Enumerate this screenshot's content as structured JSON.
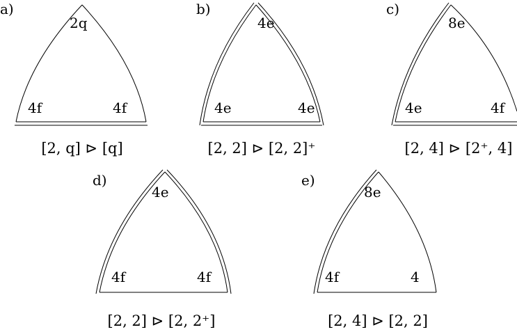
{
  "panels": [
    {
      "label": "a)",
      "top": "2q",
      "bottom_left": "4f",
      "bottom_right": "4f",
      "caption": "[2, q] ⊳ [q]",
      "double_edges": [
        "bottom"
      ]
    },
    {
      "label": "b)",
      "top": "4e",
      "bottom_left": "4e",
      "bottom_right": "4e",
      "caption": "[2, 2] ⊳ [2, 2]⁺",
      "double_edges": [
        "left",
        "right",
        "bottom"
      ]
    },
    {
      "label": "c)",
      "top": "8e",
      "bottom_left": "4e",
      "bottom_right": "4f",
      "caption": "[2, 4] ⊳ [2⁺, 4]",
      "double_edges": [
        "left",
        "bottom"
      ]
    },
    {
      "label": "d)",
      "top": "4e",
      "bottom_left": "4f",
      "bottom_right": "4f",
      "caption": "[2, 2] ⊳ [2, 2⁺]",
      "double_edges": [
        "left",
        "right"
      ]
    },
    {
      "label": "e)",
      "top": "8e",
      "bottom_left": "4f",
      "bottom_right": "4",
      "caption": "[2, 4] ⊳ [2, 2]",
      "double_edges": [
        "left"
      ]
    }
  ]
}
